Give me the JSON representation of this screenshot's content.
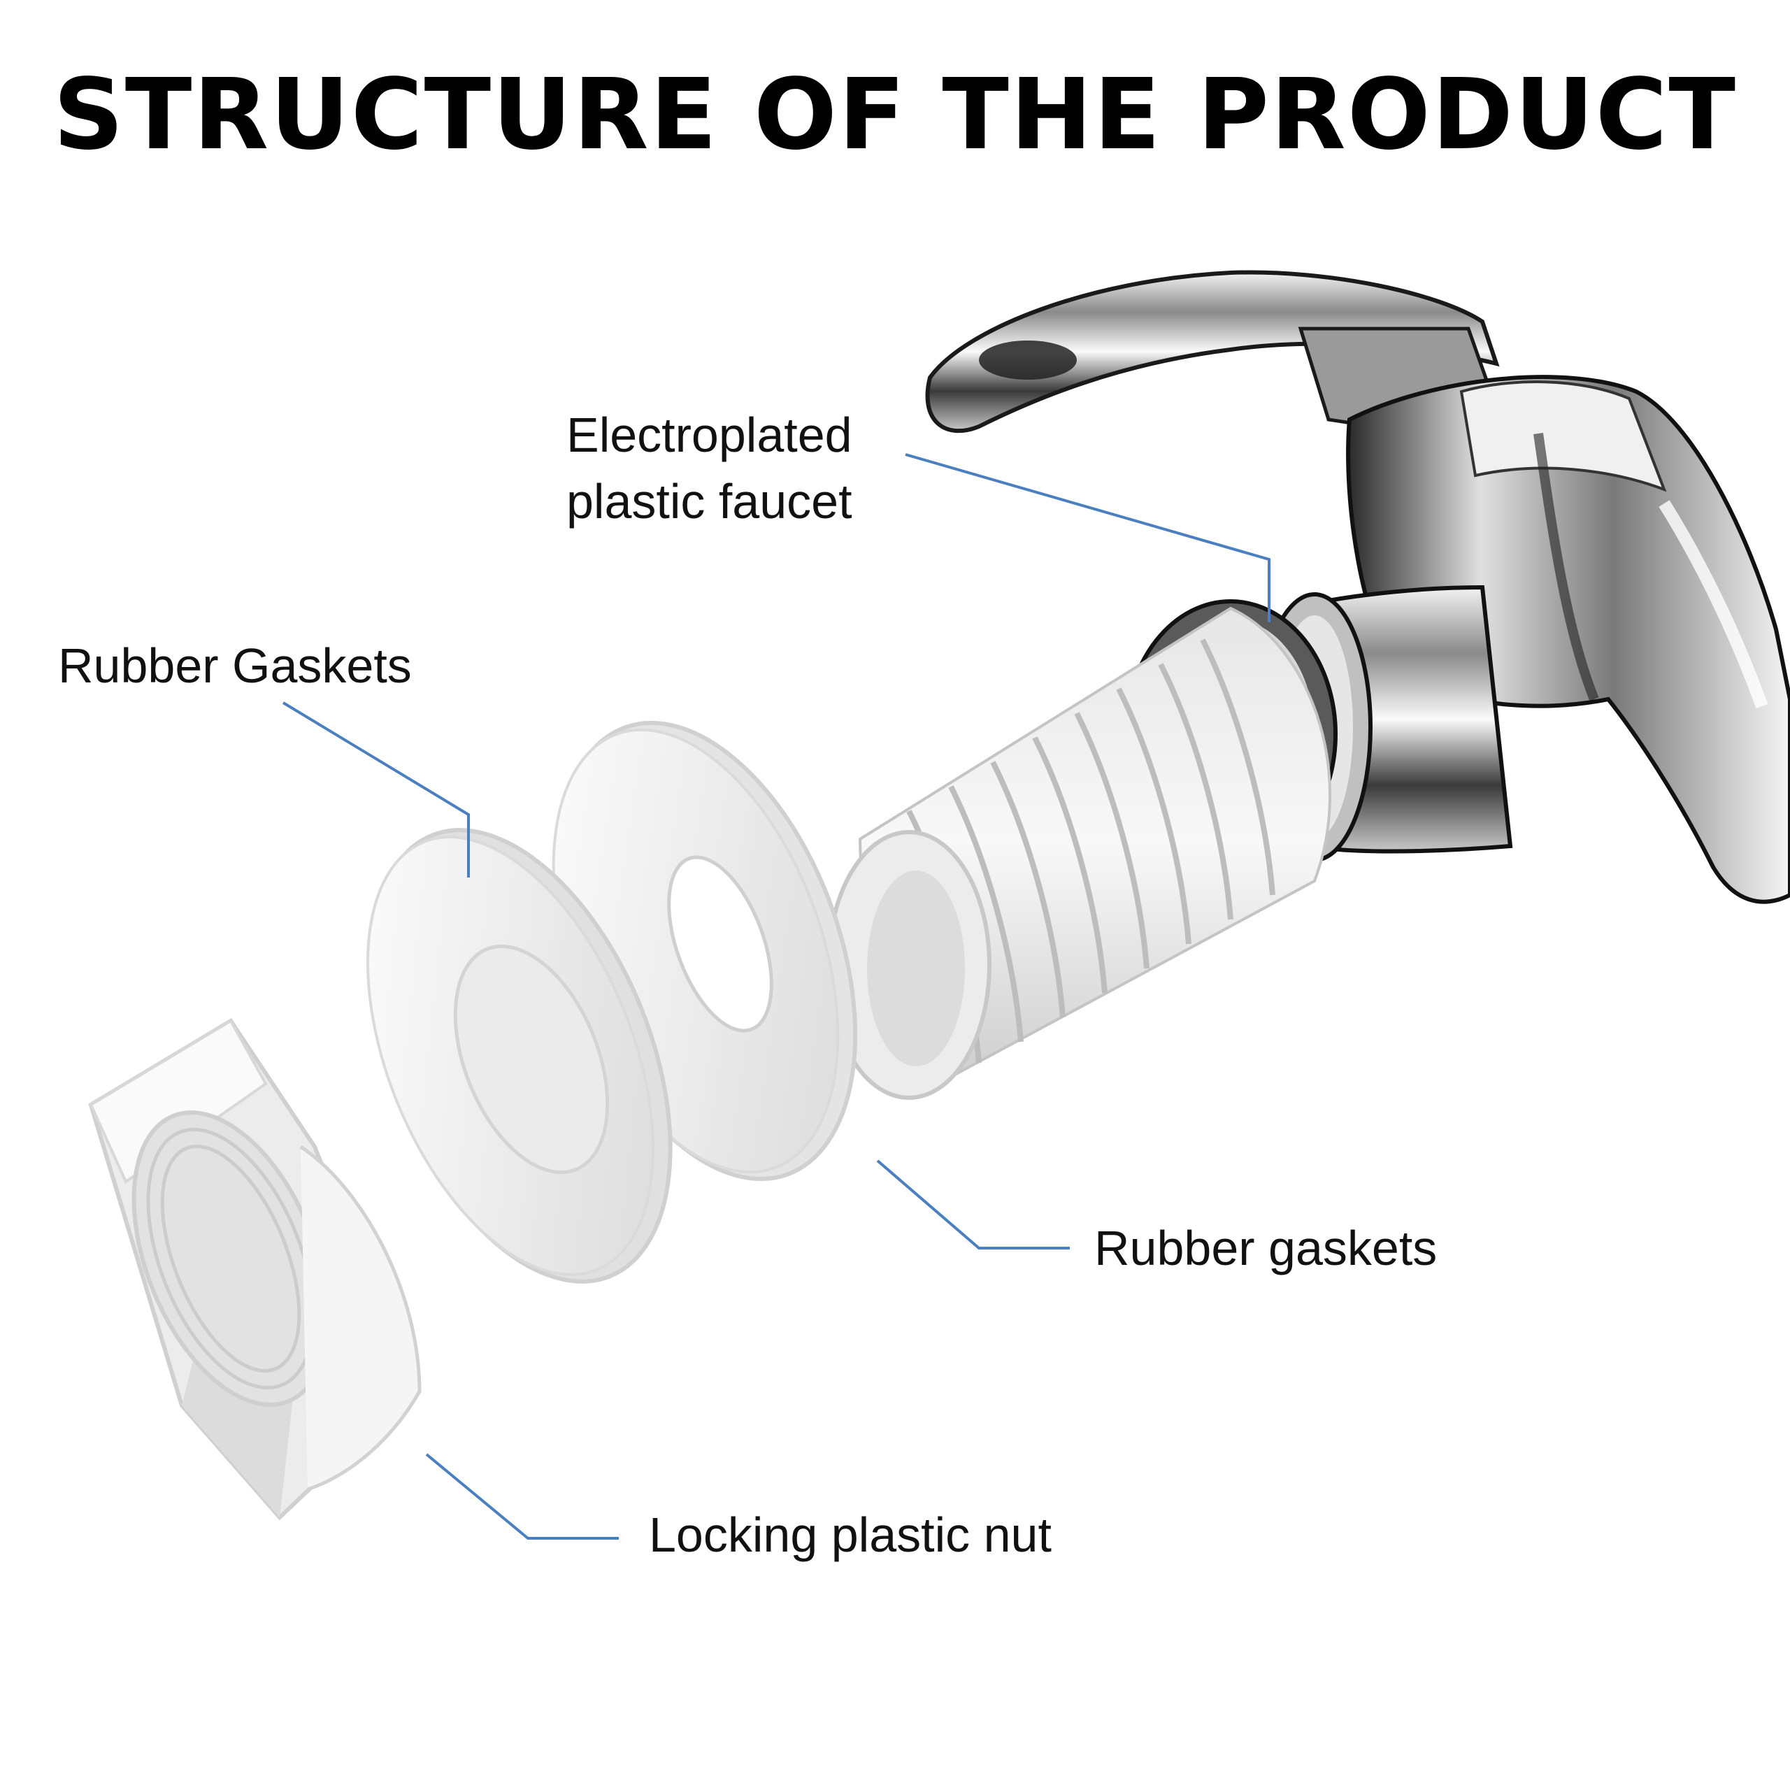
{
  "title": "STRUCTURE OF THE PRODUCT",
  "labels": {
    "faucet_line1": "Electroplated",
    "faucet_line2": "plastic faucet",
    "gaskets_top": "Rubber Gaskets",
    "gaskets_right": "Rubber gaskets",
    "nut": "Locking plastic nut"
  },
  "colors": {
    "leader_line": "#4a7fc0",
    "chrome_dark": "#1a1a1a",
    "chrome_light": "#e8e8e8",
    "plastic_white": "#f4f4f4",
    "plastic_shadow": "#d6d6d6"
  }
}
